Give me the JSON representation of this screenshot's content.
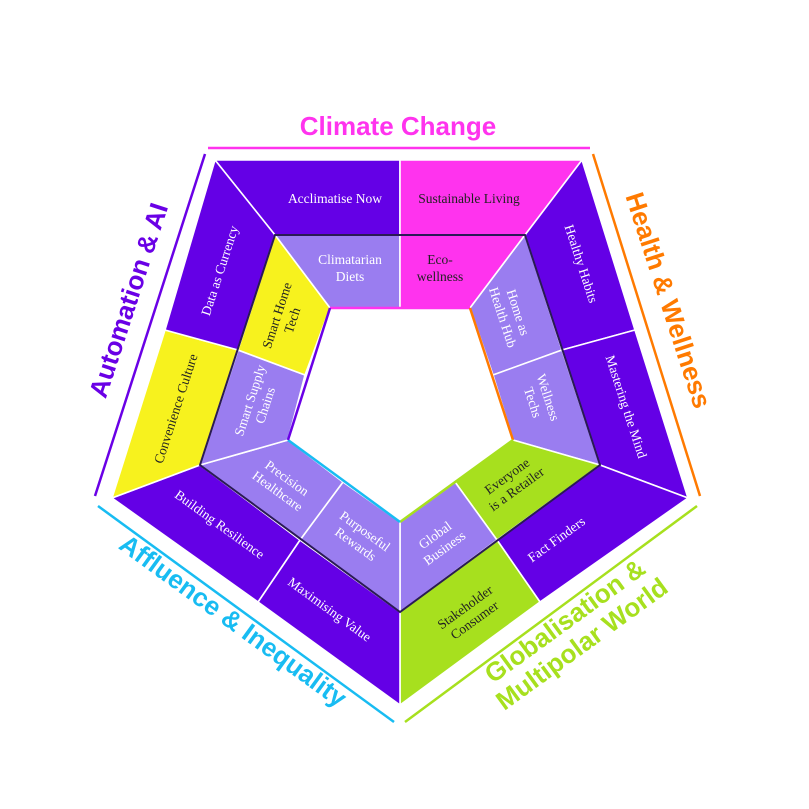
{
  "colors": {
    "purple": "#6400E6",
    "lavender": "#9A7DF0",
    "magenta": "#FF33EE",
    "yellow": "#F7F21E",
    "green": "#A7E01E",
    "climate": "#FF33EE",
    "health": "#FF7A00",
    "globalisation": "#A7E01E",
    "affluence": "#18BCF2",
    "automation": "#6A00E6"
  },
  "themes": {
    "climate": "Climate Change",
    "health": "Health & Wellness",
    "globalisation_line1": "Globalisation &",
    "globalisation_line2": "Multipolar World",
    "affluence": "Affluence & Inequality",
    "automation": "Automation & AI"
  },
  "segments": {
    "acclimatise_now": "Acclimatise Now",
    "sustainable_living": "Sustainable Living",
    "climatarian_1": "Climatarian",
    "climatarian_2": "Diets",
    "eco_1": "Eco-",
    "eco_2": "wellness",
    "healthy_habits": "Healthy Habits",
    "mastering_mind": "Mastering the Mind",
    "home_hub_1": "Home as",
    "home_hub_2": "Health Hub",
    "wellness_1": "Wellness",
    "wellness_2": "Techs",
    "fact_finders": "Fact Finders",
    "stakeholder_1": "Stakeholder",
    "stakeholder_2": "Consumer",
    "everyone_1": "Everyone",
    "everyone_2": "is a Retailer",
    "global_1": "Global",
    "global_2": "Business",
    "maximising_value": "Maximising Value",
    "building_resilience": "Building Resilience",
    "purposeful_1": "Purposeful",
    "purposeful_2": "Rewards",
    "precision_1": "Precision",
    "precision_2": "Healthcare",
    "convenience_culture": "Convenience Culture",
    "data_currency": "Data as Currency",
    "smart_supply_1": "Smart Supply",
    "smart_supply_2": "Chains",
    "smart_home_1": "Smart Home",
    "smart_home_2": "Tech"
  }
}
